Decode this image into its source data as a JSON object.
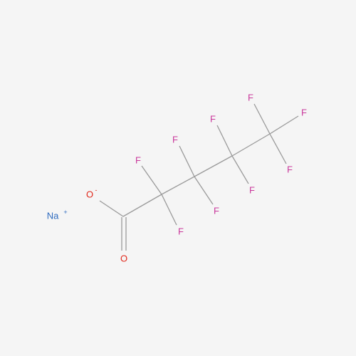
{
  "colors": {
    "background": "#f5f5f5",
    "bond": "#9a9a9a",
    "fluorine": "#c9379b",
    "oxygen": "#e0281b",
    "sodium": "#2e6bbf"
  },
  "counter_ion": {
    "symbol": "Na",
    "charge": "+"
  },
  "oxygen_anion": {
    "symbol": "O",
    "charge": "-"
  },
  "oxygen_carbonyl": {
    "symbol": "O"
  },
  "fluorine_symbol": "F"
}
